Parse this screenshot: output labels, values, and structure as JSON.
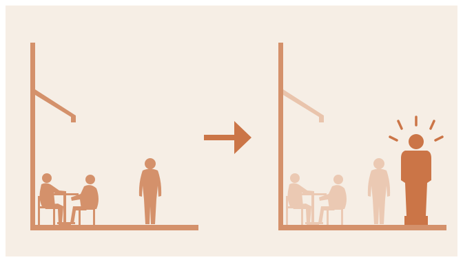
{
  "scene": {
    "colors": {
      "background": "#F6EEE5",
      "structure": "#D4916B",
      "structure_faded": "#E9C4AC",
      "person": "#D4916B",
      "person_faded": "#EBC9B3",
      "statue": "#CB7547",
      "arrow": "#CB7547",
      "rays": "#CB7547"
    },
    "before_panel": {
      "people": [
        "seated-person-left",
        "seated-person-right",
        "standing-person"
      ],
      "furniture": [
        "table",
        "chair-left",
        "chair-right"
      ]
    },
    "after_panel": {
      "people": [
        "seated-person-left",
        "seated-person-right",
        "standing-person"
      ],
      "furniture": [
        "table",
        "chair-left",
        "chair-right"
      ],
      "highlight": "statue-with-radiating-lines"
    },
    "transition": "right-arrow-icon"
  }
}
